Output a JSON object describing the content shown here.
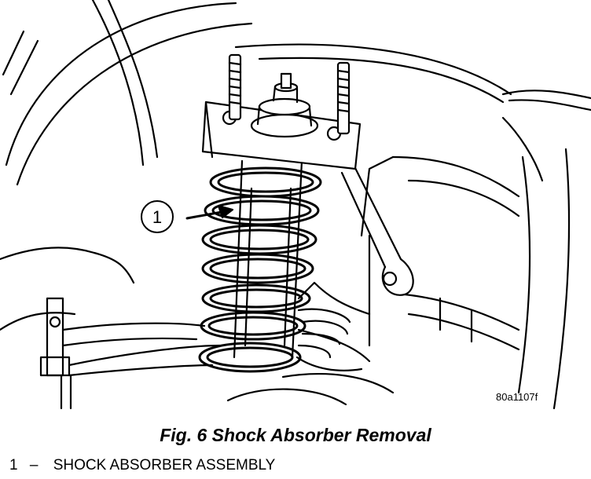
{
  "figure": {
    "callout": "1",
    "code": "80a1107f"
  },
  "caption": "Fig. 6 Shock Absorber Removal",
  "legend": [
    {
      "number": "1",
      "separator": "–",
      "label": "SHOCK ABSORBER ASSEMBLY"
    }
  ]
}
